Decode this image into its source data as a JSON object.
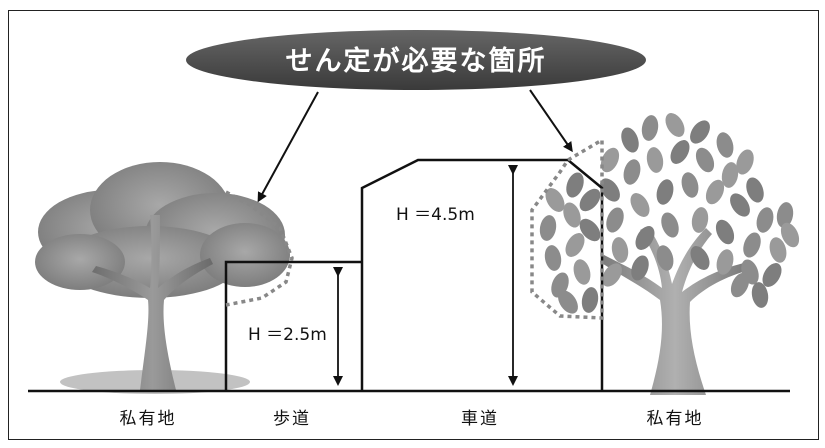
{
  "callout": {
    "text": "せん定が必要な箇所"
  },
  "heights": {
    "sidewalk": "H ＝2.5m",
    "roadway": "H ＝4.5m"
  },
  "zones": {
    "private_left": "私有地",
    "sidewalk": "歩道",
    "roadway": "車道",
    "private_right": "私有地"
  },
  "colors": {
    "callout_fill": "#4a4a4a",
    "callout_text": "#ffffff",
    "left_tree": "#8c8c8c",
    "right_tree": "#8a8a8a",
    "line": "#111111",
    "dotted": "#888888"
  }
}
